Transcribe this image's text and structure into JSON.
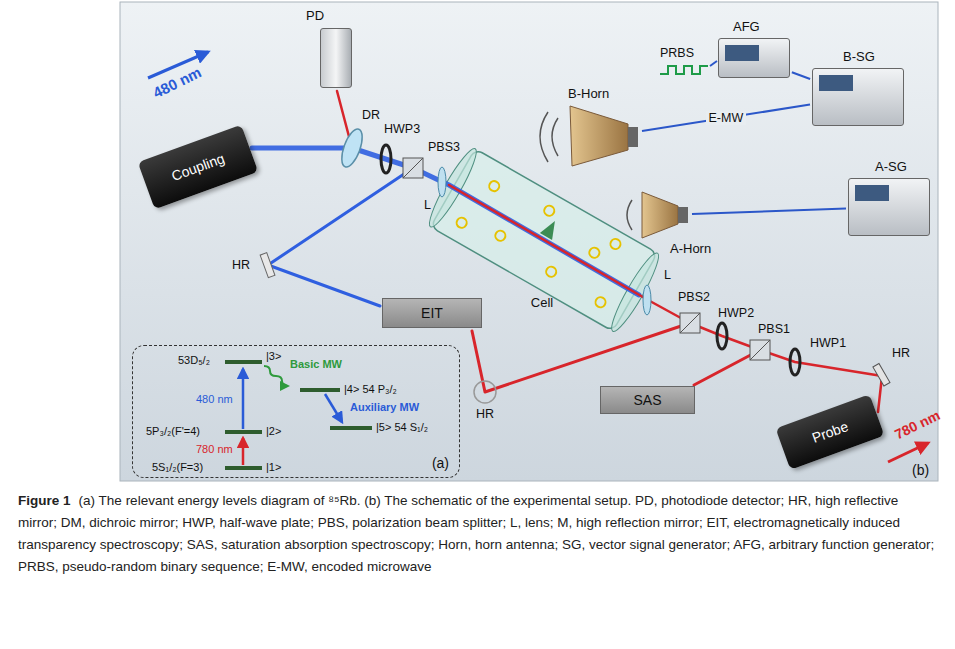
{
  "diagram": {
    "caption": "Figure 1 (a) The relevant energy levels diagram of ⁸⁵Rb. (b) The schematic of the experimental setup. PD, photodiode detector; HR, high reflective mirror; DM, dichroic mirror; HWP, half-wave plate; PBS, polarization beam splitter; L, lens; M, high reflection mirror; EIT, electromagnetically induced transparency spectroscopy; SAS, saturation absorption spectroscopy; Horn, horn antenna; SG, vector signal generator; AFG, arbitrary function generator; PRBS, pseudo-random binary sequence; E-MW, encoded microwave",
    "nodes": [
      {
        "text": [
          "(a)"
        ]
      },
      {
        "text": [
          "Coupling"
        ]
      },
      {
        "text": [
          "PD"
        ]
      },
      {
        "text": [
          "AFG"
        ]
      },
      {
        "text": [
          "B-SG"
        ]
      },
      {
        "text": [
          "B-Horn"
        ]
      },
      {
        "text": [
          "A-SG"
        ]
      },
      {
        "text": [
          "A-Horn"
        ]
      },
      {
        "text": [
          "Cell"
        ]
      },
      {
        "text": [
          "EIT"
        ]
      },
      {
        "text": [
          "SAS"
        ]
      },
      {
        "text": [
          "Probe"
        ]
      }
    ],
    "edges": [
      {
        "from": 3,
        "to": 4,
        "arrow": "none"
      },
      {
        "from": 4,
        "to": 5,
        "label": "E-MW",
        "arrow": "none"
      },
      {
        "from": 6,
        "to": 7,
        "arrow": "none"
      }
    ],
    "labels": [
      "480 nm",
      "DR",
      "HWP3",
      "PBS3",
      "L",
      "PRBS",
      "HR",
      "L",
      "PBS2",
      "HWP2",
      "PBS1",
      "HWP1",
      "HR",
      "HR",
      "780 nm",
      "(b)",
      "53D₅/₂",
      "|3>",
      "Basic MW",
      "|4> 54 P₃/₂",
      "480 nm",
      "Auxiliary MW",
      "5P₃/₂(F'=4)",
      "|5> 54 S₁/₂",
      "|2>",
      "780 nm",
      "5S₁/₂(F=3)",
      "|1>"
    ]
  }
}
